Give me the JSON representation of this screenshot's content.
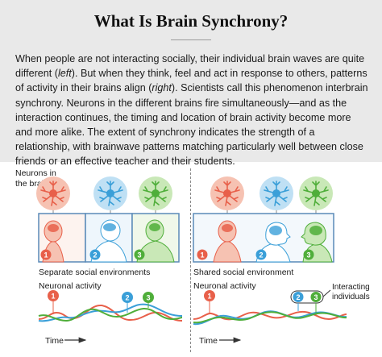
{
  "title": "What Is Brain Synchrony?",
  "intro": {
    "p1": "When people are not interacting socially, their individual brain waves are quite different (",
    "left": "left",
    "p2": "). But when they think, feel and act in response to others, patterns of activity in their brains align (",
    "right": "right",
    "p3": "). Scientists call this phenomenon interbrain synchrony. Neurons in the different brains fire simultaneously—and as the interaction continues, the timing and location of brain activity become more and more alike. The extent of synchrony indicates the strength of a relationship, with brainwave patterns matching particularly well between close friends or an effective teacher and their students."
  },
  "labels": {
    "neurons": "Neurons in the brain",
    "separate": "Separate social environments",
    "shared": "Shared social environment",
    "neuronal_left": "Neuronal activity",
    "neuronal_right": "Neuronal activity",
    "interacting": "Interacting individuals",
    "time_left": "Time",
    "time_right": "Time"
  },
  "people": [
    {
      "number": "1",
      "color": "#e8604a"
    },
    {
      "number": "2",
      "color": "#3a9fd8"
    },
    {
      "number": "3",
      "color": "#4fae3a"
    }
  ],
  "colors": {
    "orange": "#e8604a",
    "orange_fill": "#f6c2b2",
    "blue": "#3a9fd8",
    "blue_fill": "#bfe0f4",
    "green": "#4fae3a",
    "green_fill": "#c9e8b7",
    "panel_border": "#5a8ab8"
  }
}
